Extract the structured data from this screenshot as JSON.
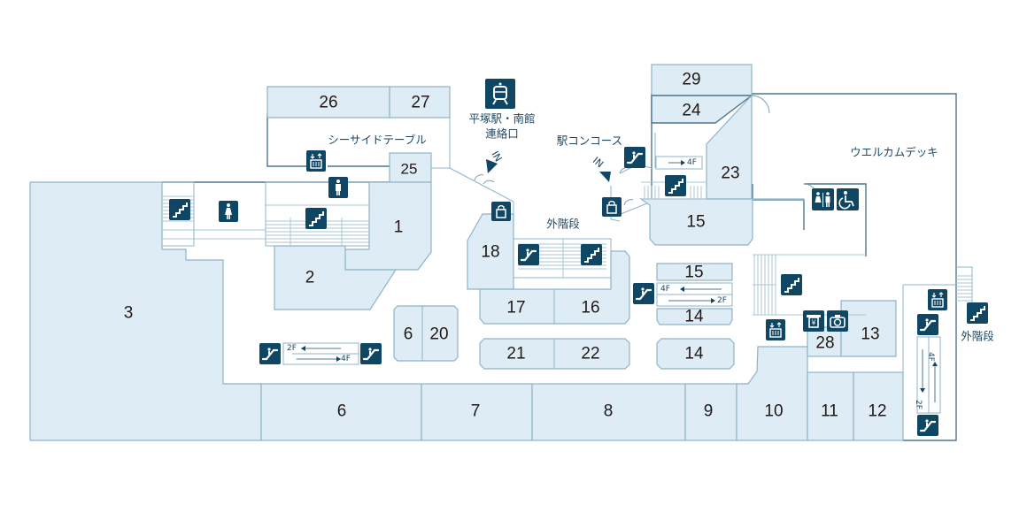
{
  "map": {
    "title": "Floor map",
    "colors": {
      "shop_fill": "#deedf5",
      "shop_stroke": "#8fb3c6",
      "icon_bg": "#0f4664",
      "label": "#1e4863"
    },
    "shops": {
      "s1": "1",
      "s2": "2",
      "s3": "3",
      "s6a": "6",
      "s6b": "6",
      "s7": "7",
      "s8": "8",
      "s9": "9",
      "s10": "10",
      "s11": "11",
      "s12": "12",
      "s13": "13",
      "s14a": "14",
      "s14b": "14",
      "s15a": "15",
      "s15b": "15",
      "s16": "16",
      "s17": "17",
      "s18": "18",
      "s20": "20",
      "s21": "21",
      "s22": "22",
      "s23": "23",
      "s24": "24",
      "s25": "25",
      "s26": "26",
      "s27": "27",
      "s28": "28",
      "s29": "29"
    },
    "labels": {
      "seaside_table": "シーサイドテーブル",
      "station_line1": "平塚駅・南館",
      "station_line2": "連絡口",
      "concourse": "駅コンコース",
      "welcome_deck": "ウエルカムデッキ",
      "outer_stairs_center": "外階段",
      "outer_stairs_right": "外階段",
      "in_left": "IN",
      "in_right": "IN"
    },
    "escalator_signs": {
      "left_top": "2F",
      "left_bottom": "4F",
      "center_top": "4F",
      "center_bottom": "2F",
      "upper_right": "4F",
      "right_top": "4F",
      "right_bottom": "2F"
    },
    "icons": [
      "train-icon",
      "elevator-icon",
      "male-restroom-icon",
      "female-restroom-icon",
      "stairs-icon",
      "escalator-icon",
      "shopping-bag-icon",
      "restroom-icon",
      "wheelchair-icon",
      "atm-icon",
      "camera-icon"
    ]
  }
}
